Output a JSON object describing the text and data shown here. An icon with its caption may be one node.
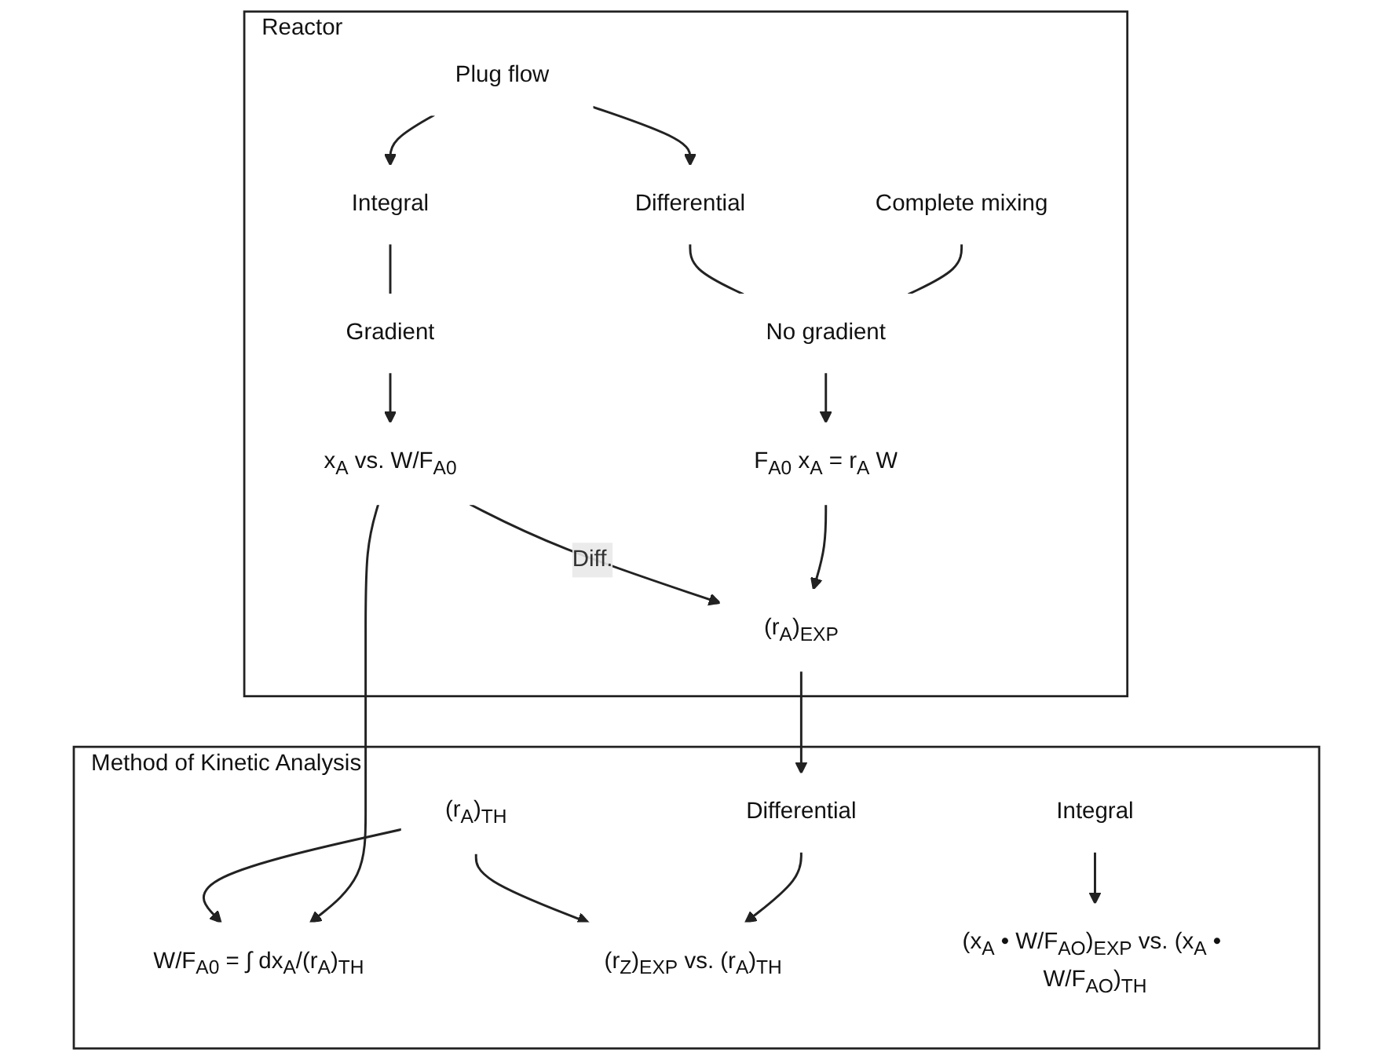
{
  "diagram": {
    "nodes": [
      {
        "text": [
          "Reactor"
        ]
      },
      {
        "text": [
          "Complete mixing"
        ],
        "in": 0
      },
      {
        "text": [
          "Plug flow"
        ],
        "in": 0
      },
      {
        "text": [
          "Differential"
        ],
        "in": 0
      },
      {
        "text": [
          "Integral"
        ],
        "in": 0
      },
      {
        "text": [
          "No gradient"
        ],
        "in": 0
      },
      {
        "text": [
          "Gradient"
        ],
        "in": 0
      },
      {
        "text": [
          "F$_{A0}$ x$_{A}$ = r$_{A}$ W"
        ],
        "in": 0
      },
      {
        "text": [
          "(r$_{A}$)$_{EXP}$"
        ],
        "in": 0
      },
      {
        "text": [
          "x$_{A}$ vs. W/F$_{A0}$"
        ],
        "in": 0
      },
      {
        "text": [
          "Method of Kinetic Analysis"
        ]
      },
      {
        "text": [
          "(r$_{A}$)$_{TH}$"
        ],
        "in": 10
      },
      {
        "text": [
          "W/F$_{A0}$ = ∫ dx$_{A}$/(r$_{A}$)$_{TH}$"
        ],
        "in": 10
      },
      {
        "text": [
          "Differential"
        ],
        "in": 10
      },
      {
        "text": [
          "Integral"
        ],
        "in": 10
      },
      {
        "text": [
          "(r$_{Z}$)$_{EXP}$ vs. (r$_{A}$)$_{TH}$"
        ],
        "in": 10
      },
      {
        "text": [
          "(x$_{A}$ • W/F$_{AO}$)$_{EXP}$ vs. (x$_{A}$ • W/F$_{AO}$)$_{TH}$"
        ],
        "in": 10
      }
    ],
    "edges": [
      {
        "from": 2,
        "to": 3,
        "arrow": "to"
      },
      {
        "from": 2,
        "to": 4,
        "arrow": "to"
      },
      {
        "from": 1,
        "to": 5,
        "arrow": "none"
      },
      {
        "from": 3,
        "to": 5,
        "arrow": "none"
      },
      {
        "from": 4,
        "to": 6,
        "arrow": "none"
      },
      {
        "from": 5,
        "to": 7,
        "arrow": "to"
      },
      {
        "from": 7,
        "to": 8,
        "arrow": "to"
      },
      {
        "from": 6,
        "to": 9,
        "arrow": "to"
      },
      {
        "from": 9,
        "to": 8,
        "label": "Diff.",
        "arrow": "to"
      },
      {
        "from": 8,
        "to": 13,
        "arrow": "to"
      },
      {
        "from": 9,
        "to": 12,
        "arrow": "to"
      },
      {
        "from": 11,
        "to": 12,
        "arrow": "to"
      },
      {
        "from": 13,
        "to": 15,
        "arrow": "to"
      },
      {
        "from": 11,
        "to": 15,
        "arrow": "to"
      },
      {
        "from": 14,
        "to": 16,
        "arrow": "to"
      }
    ]
  }
}
